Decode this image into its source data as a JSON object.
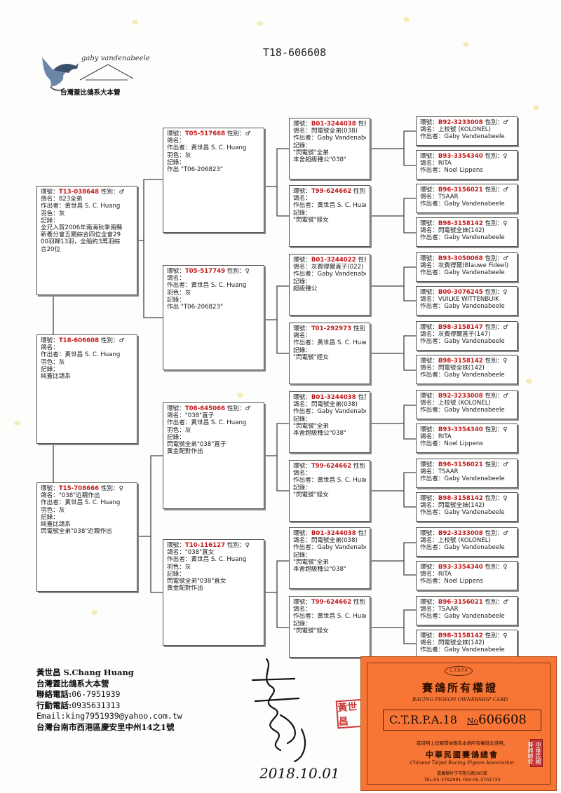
{
  "title": "T18-606608",
  "logo": {
    "script": "gaby vandenabeele",
    "text": "台灣蓋比鴿系大本營"
  },
  "colors": {
    "ring": "#c41a1a",
    "card": "#f77636",
    "stamp": "#c93a3a"
  },
  "pedigree": {
    "g1": [
      {
        "ring": "T18-606608",
        "sex": "♂",
        "lines": [
          [
            "鴿名",
            ""
          ],
          [
            "作出者",
            "黃世昌 S. C. Huang"
          ],
          [
            "羽色",
            "灰"
          ],
          [
            "記錄",
            ""
          ]
        ],
        "notes": [
          "純蓋比鴿系"
        ]
      }
    ],
    "g2": [
      {
        "ring": "T13-038648",
        "sex": "♂",
        "lines": [
          [
            "鴿名",
            "823全弟"
          ],
          [
            "作出者",
            "黃世昌 S. C. Huang"
          ],
          [
            "羽色",
            "灰"
          ],
          [
            "記錄",
            ""
          ]
        ],
        "notes": [
          "全兄入賞2006年南海秋季南縣",
          "新養分會五關綜合四位全會29",
          "00羽歸13羽，全船約3萬羽綜",
          "合20位"
        ]
      },
      {
        "ring": "T15-708666",
        "sex": "♀",
        "lines": [
          [
            "鴿名",
            "\"038\"近親作出"
          ],
          [
            "作出者",
            "黃世昌 S. C. Huang"
          ],
          [
            "羽色",
            "灰"
          ],
          [
            "記錄",
            ""
          ]
        ],
        "notes": [
          "純蓋比鴿系",
          "閃電號全弟\"038\"近親作出"
        ]
      }
    ],
    "g3": [
      {
        "ring": "T05-517668",
        "sex": "♂",
        "lines": [
          [
            "鴿名",
            ""
          ],
          [
            "作出者",
            "黃世昌 S. C. Huang"
          ],
          [
            "羽色",
            "灰"
          ],
          [
            "記錄",
            ""
          ]
        ],
        "notes": [
          "作出 \"T06-206823\""
        ]
      },
      {
        "ring": "T05-517749",
        "sex": "♀",
        "lines": [
          [
            "鴿名",
            ""
          ],
          [
            "作出者",
            "黃世昌 S. C. Huang"
          ],
          [
            "羽色",
            "灰"
          ],
          [
            "記錄",
            ""
          ]
        ],
        "notes": [
          "作出 \"T06-206823\""
        ]
      },
      {
        "ring": "T08-645066",
        "sex": "♂",
        "lines": [
          [
            "鴿名",
            "\"038\"直子"
          ],
          [
            "作出者",
            "黃世昌 S. C. Huang"
          ],
          [
            "羽色",
            "灰"
          ],
          [
            "記錄",
            ""
          ]
        ],
        "notes": [
          "閃電號全弟\"038\"直子",
          "黃金配對作出"
        ]
      },
      {
        "ring": "T10-116127",
        "sex": "♀",
        "lines": [
          [
            "鴿名",
            "\"038\"直女"
          ],
          [
            "作出者",
            "黃世昌 S. C. Huang"
          ],
          [
            "羽色",
            "灰"
          ],
          [
            "記錄",
            ""
          ]
        ],
        "notes": [
          "閃電號全弟\"038\"直女",
          "黃金配對作出"
        ]
      }
    ],
    "g4": [
      {
        "ring": "B01-3244038",
        "sex": "♂",
        "lines": [
          [
            "鴿名",
            "閃電號全弟(038)"
          ],
          [
            "作出者",
            "Gaby Vandenabeele"
          ],
          [
            "記錄",
            ""
          ]
        ],
        "notes": [
          "\"閃電號\"全弟",
          "本舍超級種公\"038\""
        ]
      },
      {
        "ring": "T99-624662",
        "sex": "♀",
        "lines": [
          [
            "鴿名",
            ""
          ],
          [
            "作出者",
            "黃世昌 S. C. Huang"
          ],
          [
            "記錄",
            ""
          ]
        ],
        "notes": [
          "\"閃電號\"姪女"
        ]
      },
      {
        "ring": "B01-3244022",
        "sex": "♂",
        "lines": [
          [
            "鴿名",
            "灰費得爾直子(022)"
          ],
          [
            "作出者",
            "Gaby Vandenabeele"
          ],
          [
            "記錄",
            ""
          ]
        ],
        "notes": [
          "超級種公"
        ]
      },
      {
        "ring": "T01-292973",
        "sex": "♀",
        "lines": [
          [
            "鴿名",
            ""
          ],
          [
            "作出者",
            "黃世昌 S. C. Huang"
          ],
          [
            "記錄",
            ""
          ]
        ],
        "notes": [
          "\"閃電號\"姪女"
        ]
      },
      {
        "ring": "B01-3244038",
        "sex": "♂",
        "lines": [
          [
            "鴿名",
            "閃電號全弟(038)"
          ],
          [
            "作出者",
            "Gaby Vandenabeele"
          ],
          [
            "記錄",
            ""
          ]
        ],
        "notes": [
          "\"閃電號\"全弟",
          "本舍超級種公\"038\""
        ]
      },
      {
        "ring": "T99-624662",
        "sex": "♀",
        "lines": [
          [
            "鴿名",
            ""
          ],
          [
            "作出者",
            "黃世昌 S. C. Huang"
          ],
          [
            "記錄",
            ""
          ]
        ],
        "notes": [
          "\"閃電號\"姪女"
        ]
      },
      {
        "ring": "B01-3244038",
        "sex": "♂",
        "lines": [
          [
            "鴿名",
            "閃電號全弟(038)"
          ],
          [
            "作出者",
            "Gaby Vandenabeele"
          ],
          [
            "記錄",
            ""
          ]
        ],
        "notes": [
          "\"閃電號\"全弟",
          "本舍超級種公\"038\""
        ]
      },
      {
        "ring": "T99-624662",
        "sex": "♀",
        "lines": [
          [
            "鴿名",
            ""
          ],
          [
            "作出者",
            "黃世昌 S. C. Huang"
          ],
          [
            "記錄",
            ""
          ]
        ],
        "notes": [
          "\"閃電號\"姪女"
        ]
      }
    ],
    "g5": [
      {
        "ring": "B92-3233008",
        "sex": "♂",
        "lines": [
          [
            "鴿名",
            "上校號 (KOLONEL)"
          ],
          [
            "作出者",
            "Gaby Vandenabeele"
          ]
        ]
      },
      {
        "ring": "B93-3354340",
        "sex": "♀",
        "lines": [
          [
            "鴿名",
            "RITA"
          ],
          [
            "作出者",
            "Noel Lippens"
          ]
        ]
      },
      {
        "ring": "B96-3156021",
        "sex": "♂",
        "lines": [
          [
            "鴿名",
            "TSAAR"
          ],
          [
            "作出者",
            "Gaby Vandenabeele"
          ]
        ]
      },
      {
        "ring": "B98-3158142",
        "sex": "♀",
        "lines": [
          [
            "鴿名",
            "閃電號全妹(142)"
          ],
          [
            "作出者",
            "Gaby Vandenabeele"
          ]
        ]
      },
      {
        "ring": "B93-3050068",
        "sex": "♂",
        "lines": [
          [
            "鴿名",
            "灰費得爾(Blauwe Fideel)"
          ],
          [
            "作出者",
            "Gaby Vandenabeele"
          ]
        ]
      },
      {
        "ring": "B00-3076245",
        "sex": "♀",
        "lines": [
          [
            "鴿名",
            "VUILKE WITTENBUIK"
          ],
          [
            "作出者",
            "Gaby Vandenabeele"
          ]
        ]
      },
      {
        "ring": "B98-3158147",
        "sex": "♂",
        "lines": [
          [
            "鴿名",
            "灰費得爾直子(147)"
          ],
          [
            "作出者",
            "Gaby Vandenabeele"
          ]
        ]
      },
      {
        "ring": "B98-3158142",
        "sex": "♀",
        "lines": [
          [
            "鴿名",
            "閃電號全妹(142)"
          ],
          [
            "作出者",
            "Gaby Vandenabeele"
          ]
        ]
      },
      {
        "ring": "B92-3233008",
        "sex": "♂",
        "lines": [
          [
            "鴿名",
            "上校號 (KOLONEL)"
          ],
          [
            "作出者",
            "Gaby Vandenabeele"
          ]
        ]
      },
      {
        "ring": "B93-3354340",
        "sex": "♀",
        "lines": [
          [
            "鴿名",
            "RITA"
          ],
          [
            "作出者",
            "Noel Lippens"
          ]
        ]
      },
      {
        "ring": "B96-3156021",
        "sex": "♂",
        "lines": [
          [
            "鴿名",
            "TSAAR"
          ],
          [
            "作出者",
            "Gaby Vandenabeele"
          ]
        ]
      },
      {
        "ring": "B98-3158142",
        "sex": "♀",
        "lines": [
          [
            "鴿名",
            "閃電號全妹(142)"
          ],
          [
            "作出者",
            "Gaby Vandenabeele"
          ]
        ]
      },
      {
        "ring": "B92-3233008",
        "sex": "♂",
        "lines": [
          [
            "鴿名",
            "上校號 (KOLONEL)"
          ],
          [
            "作出者",
            "Gaby Vandenabeele"
          ]
        ]
      },
      {
        "ring": "B93-3354340",
        "sex": "♀",
        "lines": [
          [
            "鴿名",
            "RITA"
          ],
          [
            "作出者",
            "Noel Lippens"
          ]
        ]
      },
      {
        "ring": "B96-3156021",
        "sex": "♂",
        "lines": [
          [
            "鴿名",
            "TSAAR"
          ],
          [
            "作出者",
            "Gaby Vandenabeele"
          ]
        ]
      },
      {
        "ring": "B98-3158142",
        "sex": "♀",
        "lines": [
          [
            "鴿名",
            "閃電號全妹(142)"
          ],
          [
            "作出者",
            "Gaby Vandenabeele"
          ]
        ]
      }
    ]
  },
  "labels": {
    "ring": "環號",
    "sex": "性別"
  },
  "contact": {
    "name": "黃世昌 S.Chang Huang",
    "org": "台灣蓋比鴿系大本營",
    "phone_label": "聯絡電話:",
    "phone": "06-7951939",
    "mobile_label": "行動電話:",
    "mobile": "0935631313",
    "email": "Email:king7951939@yahoo.com.tw",
    "address": "台灣台南市西港區慶安里中州14之1號"
  },
  "signature": {
    "date": "2018.10.01"
  },
  "stamp": {
    "text": "黃世昌"
  },
  "card": {
    "logo": "C.T.R.P.A",
    "title": "賽鴿所有權證",
    "subtitle": "RACING PIGEON OWNERSHIP CARD",
    "assoc": "C.T.R.P.A.18",
    "no_label": "No",
    "number": "606608",
    "cert": "茲證明上記腳環號碼為本鴿所有權證此證明。",
    "org": "中華民國賽鴿總會",
    "org_en": "Chinese Taipei Racing Pigeon Association",
    "address": "嘉義縣朴子市開元路385號",
    "tel": "TEL:05-3792991   FAX:05-3701733",
    "seal": "中華民國賽鴿總會"
  }
}
